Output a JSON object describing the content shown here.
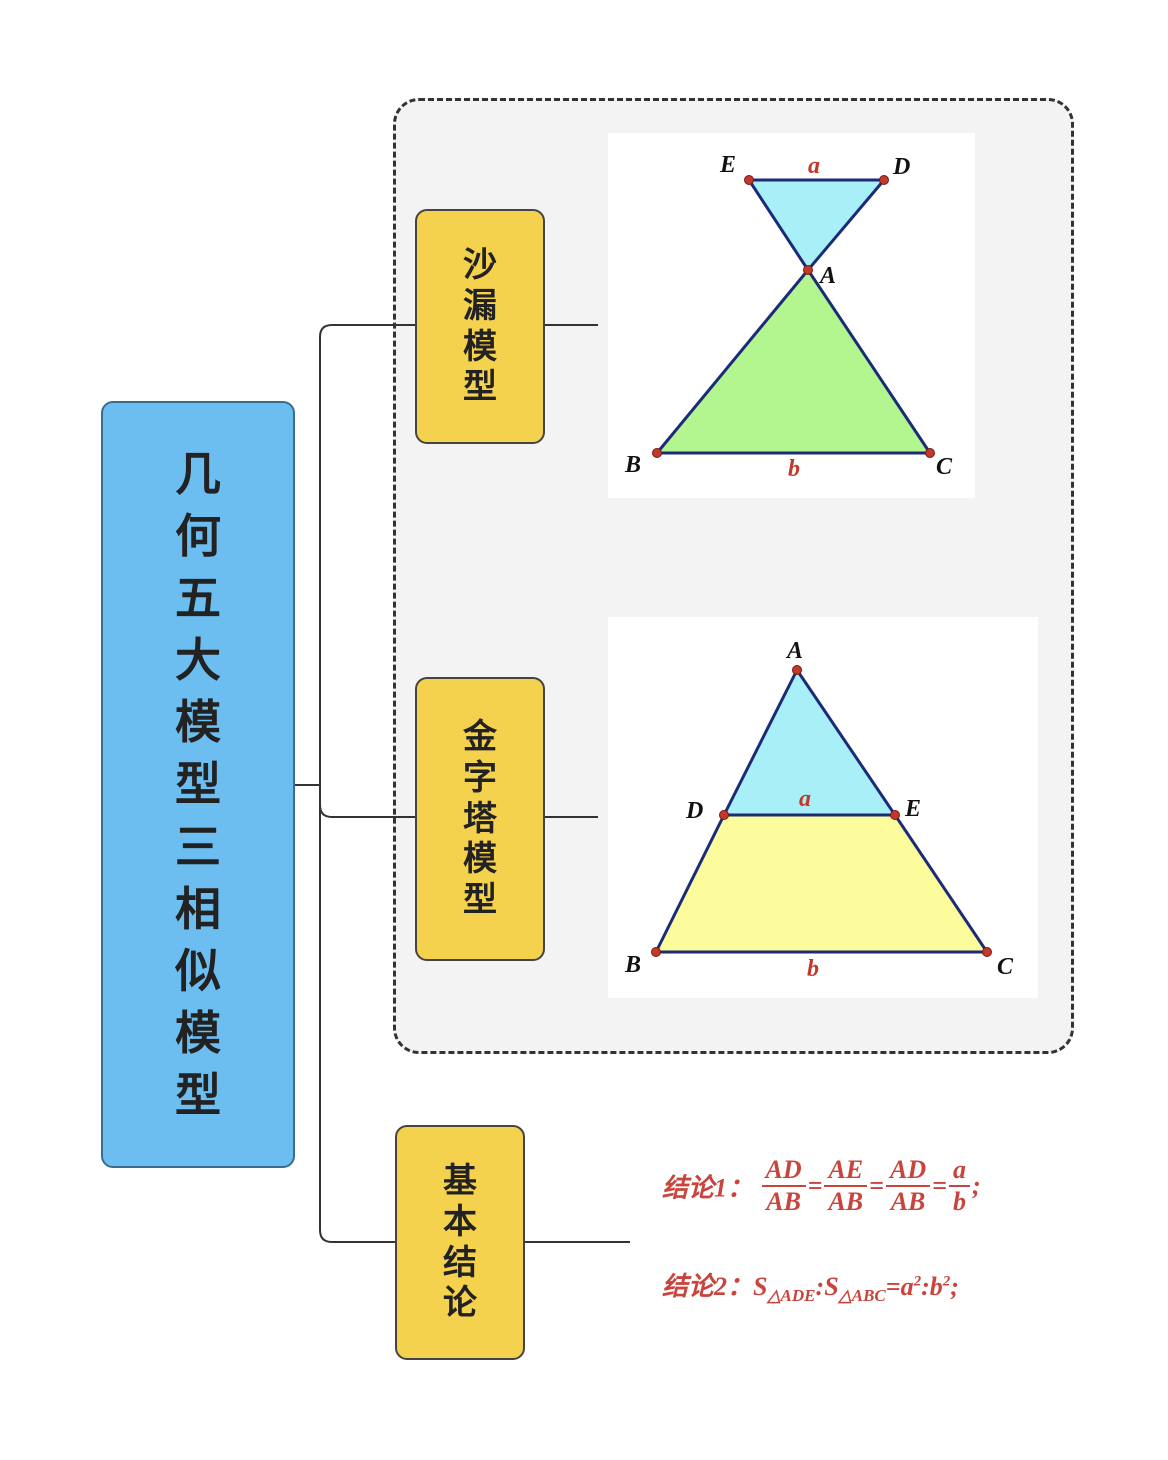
{
  "main_title": [
    "几",
    "何",
    "五",
    "大",
    "模",
    "型",
    "三",
    "相",
    "似",
    "模",
    "型"
  ],
  "branches": [
    {
      "label": [
        "沙",
        "漏",
        "模",
        "型"
      ]
    },
    {
      "label": [
        "金",
        "字",
        "塔",
        "模",
        "型"
      ]
    },
    {
      "label": [
        "基",
        "本",
        "结",
        "论"
      ]
    }
  ],
  "hourglass": {
    "points": {
      "E": "E",
      "D": "D",
      "A": "A",
      "B": "B",
      "C": "C"
    },
    "side_a": "a",
    "side_b": "b"
  },
  "pyramid": {
    "points": {
      "A": "A",
      "D": "D",
      "E": "E",
      "B": "B",
      "C": "C"
    },
    "side_a": "a",
    "side_b": "b"
  },
  "conclusions": {
    "c1_label": "结论1：",
    "c1_fracs": [
      {
        "num": "AD",
        "den": "AB"
      },
      {
        "num": "AE",
        "den": "AB"
      },
      {
        "num": "AD",
        "den": "AB"
      },
      {
        "num": "a",
        "den": "b"
      }
    ],
    "eq": "=",
    "end": ";",
    "c2_label": "结论2：",
    "c2_s": "S",
    "c2_sub1": "△ADE",
    "c2_colon": ":",
    "c2_sub2": "△ABC",
    "c2_rhs": "=a",
    "sup": "2",
    "c2_b": ":b"
  },
  "colors": {
    "main": "#6cbdf0",
    "branch": "#f5d24e",
    "green": "#b3f58f",
    "cyan": "#a8eff8",
    "yellow": "#fcfc9c",
    "edge": "#1b2b78",
    "point": "#c0392b"
  }
}
